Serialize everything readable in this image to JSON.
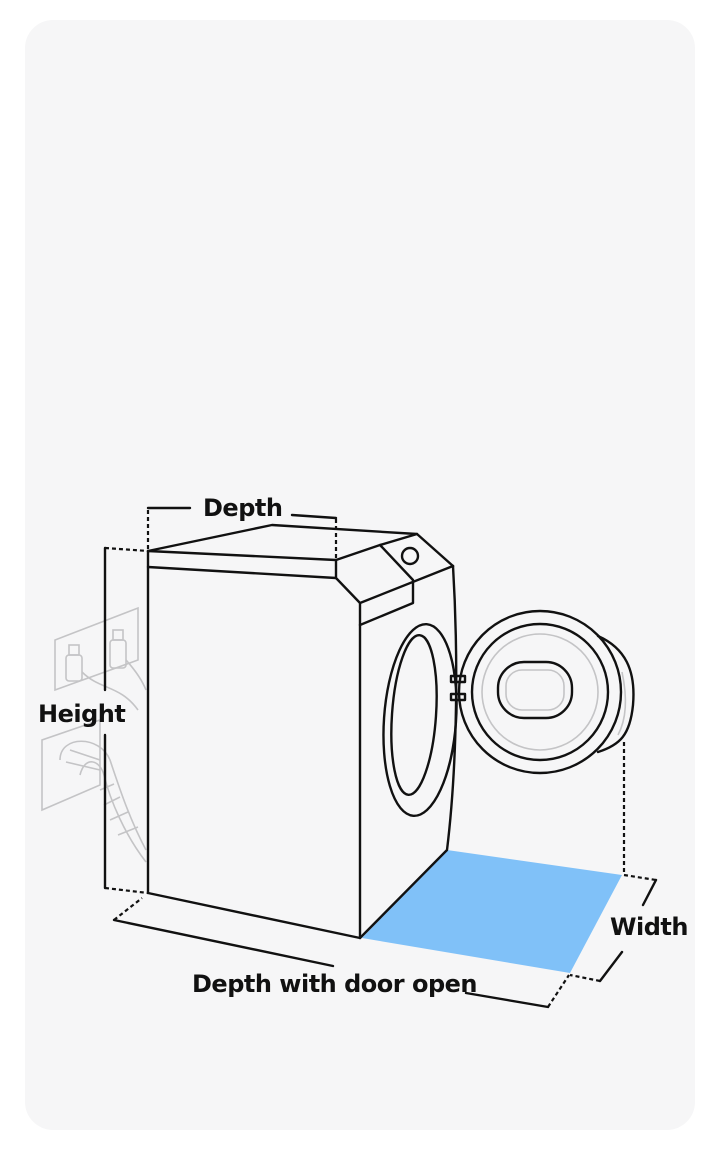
{
  "labels": {
    "depth": "Depth",
    "height": "Height",
    "width": "Width",
    "depth_door_open": "Depth with door open"
  },
  "colors": {
    "clearance_area": "#80c1f8",
    "card_background": "#f6f6f7",
    "line": "#111111"
  }
}
